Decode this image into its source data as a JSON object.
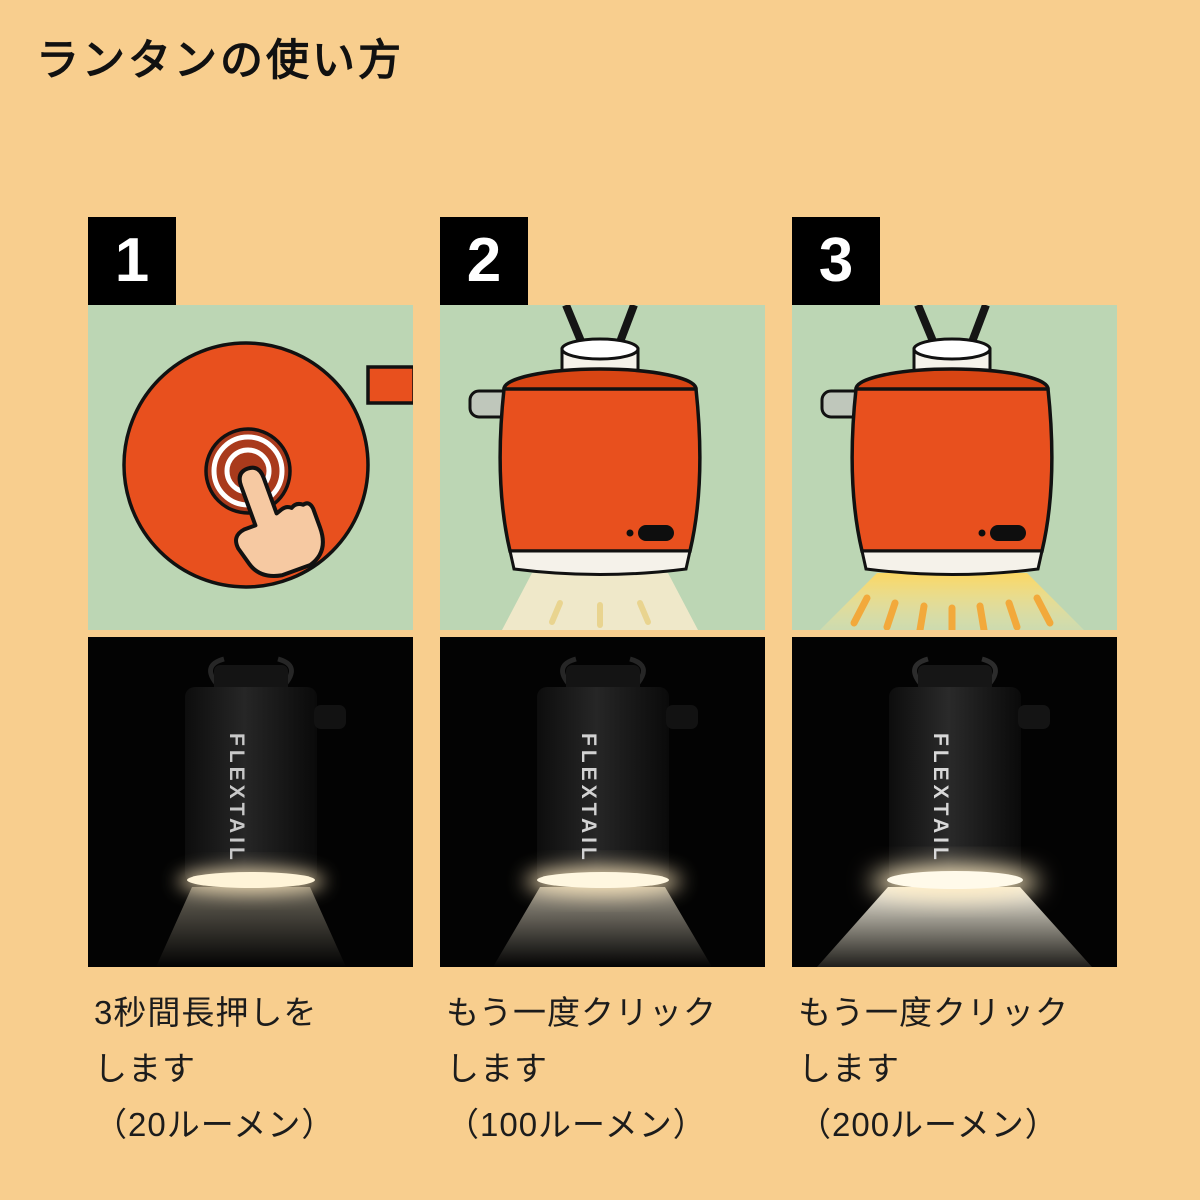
{
  "page": {
    "title": "ランタンの使い方",
    "background_color": "#F8CE8E"
  },
  "colors": {
    "panel_green": "#BCD6B4",
    "device_orange": "#E8501E",
    "device_button_red": "#A93A1C",
    "badge_bg": "#000000",
    "badge_fg": "#FFFFFF",
    "photo_bg": "#030303",
    "glow_warm": "#FFEFC9",
    "ray_yellow": "#F2A93B"
  },
  "steps": [
    {
      "number": "1",
      "illustration": "top-view-finger-press-button",
      "light_level": 1,
      "brand": "FLEXTAIL",
      "caption_lines": [
        "3秒間長押しを",
        "します",
        "（20ルーメン）"
      ]
    },
    {
      "number": "2",
      "illustration": "hanging-lantern-low-light",
      "light_level": 2,
      "brand": "FLEXTAIL",
      "caption_lines": [
        "もう一度クリック",
        "します",
        "（100ルーメン）"
      ]
    },
    {
      "number": "3",
      "illustration": "hanging-lantern-high-light",
      "light_level": 3,
      "brand": "FLEXTAIL",
      "caption_lines": [
        "もう一度クリック",
        "します",
        "（200ルーメン）"
      ]
    }
  ]
}
